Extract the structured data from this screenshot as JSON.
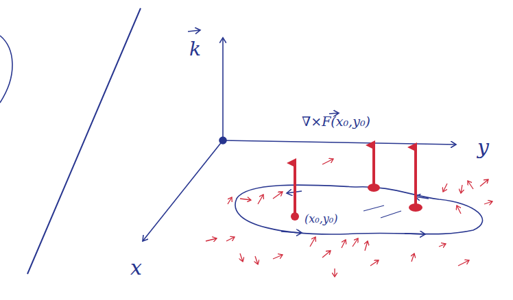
{
  "diagram": {
    "labels": [
      "k",
      "∇×F(x₀,y₀)",
      "(x₀,y₀)",
      "y",
      "x"
    ]
  }
}
